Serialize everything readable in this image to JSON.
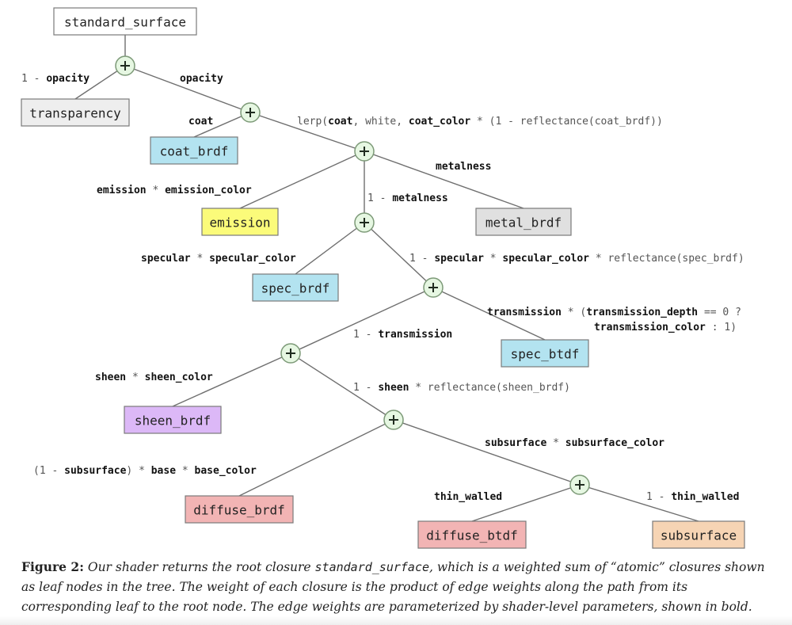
{
  "root": {
    "id": "standard_surface",
    "label": "standard_surface",
    "color": "#ffffff"
  },
  "sum_nodes": [
    {
      "id": "s1",
      "symbol": "+"
    },
    {
      "id": "s2",
      "symbol": "+"
    },
    {
      "id": "s3",
      "symbol": "+"
    },
    {
      "id": "s4",
      "symbol": "+"
    },
    {
      "id": "s5",
      "symbol": "+"
    },
    {
      "id": "s6",
      "symbol": "+"
    },
    {
      "id": "s7",
      "symbol": "+"
    },
    {
      "id": "s8",
      "symbol": "+"
    }
  ],
  "leaves": [
    {
      "id": "transparency",
      "label": "transparency",
      "color": "#eeeeee"
    },
    {
      "id": "coat_brdf",
      "label": "coat_brdf",
      "color": "#b3e3f0"
    },
    {
      "id": "emission",
      "label": "emission",
      "color": "#fbfb7a"
    },
    {
      "id": "metal_brdf",
      "label": "metal_brdf",
      "color": "#e0e0e0"
    },
    {
      "id": "spec_brdf",
      "label": "spec_brdf",
      "color": "#b3e3f0"
    },
    {
      "id": "spec_btdf",
      "label": "spec_btdf",
      "color": "#b3e3f0"
    },
    {
      "id": "sheen_brdf",
      "label": "sheen_brdf",
      "color": "#dcb8f7"
    },
    {
      "id": "diffuse_brdf",
      "label": "diffuse_brdf",
      "color": "#f2b4b4"
    },
    {
      "id": "diffuse_btdf",
      "label": "diffuse_btdf",
      "color": "#f2b4b4"
    },
    {
      "id": "subsurface",
      "label": "subsurface",
      "color": "#f6d4b4"
    }
  ],
  "edges": [
    {
      "from": "standard_surface",
      "to": "s1",
      "weight": []
    },
    {
      "from": "s1",
      "to": "transparency",
      "weight": [
        [
          "n",
          "1 - "
        ],
        [
          "b",
          "opacity"
        ]
      ]
    },
    {
      "from": "s1",
      "to": "s2",
      "weight": [
        [
          "b",
          "opacity"
        ]
      ]
    },
    {
      "from": "s2",
      "to": "coat_brdf",
      "weight": [
        [
          "b",
          "coat"
        ]
      ]
    },
    {
      "from": "s2",
      "to": "s3",
      "weight": [
        [
          "n",
          "lerp("
        ],
        [
          "b",
          "coat"
        ],
        [
          "n",
          ", white, "
        ],
        [
          "b",
          "coat_color"
        ],
        [
          "n",
          " * (1 - reflectance(coat_brdf))"
        ]
      ]
    },
    {
      "from": "s3",
      "to": "emission",
      "weight": [
        [
          "b",
          "emission"
        ],
        [
          "n",
          " * "
        ],
        [
          "b",
          "emission_color"
        ]
      ]
    },
    {
      "from": "s3",
      "to": "metal_brdf",
      "weight": [
        [
          "b",
          "metalness"
        ]
      ]
    },
    {
      "from": "s3",
      "to": "s4",
      "weight": [
        [
          "n",
          "1 - "
        ],
        [
          "b",
          "metalness"
        ]
      ]
    },
    {
      "from": "s4",
      "to": "spec_brdf",
      "weight": [
        [
          "b",
          "specular"
        ],
        [
          "n",
          " * "
        ],
        [
          "b",
          "specular_color"
        ]
      ]
    },
    {
      "from": "s4",
      "to": "s5",
      "weight": [
        [
          "n",
          "1 - "
        ],
        [
          "b",
          "specular"
        ],
        [
          "n",
          " * "
        ],
        [
          "b",
          "specular_color"
        ],
        [
          "n",
          " * reflectance(spec_brdf)"
        ]
      ]
    },
    {
      "from": "s5",
      "to": "spec_btdf",
      "weight": [
        [
          "b",
          "transmission"
        ],
        [
          "n",
          " * ("
        ],
        [
          "b",
          "transmission_depth"
        ],
        [
          "n",
          " == 0 ?"
        ]
      ],
      "weight_line2": [
        [
          "b",
          "transmission_color"
        ],
        [
          "n",
          " : 1)"
        ]
      ]
    },
    {
      "from": "s5",
      "to": "s6",
      "weight": [
        [
          "n",
          "1 - "
        ],
        [
          "b",
          "transmission"
        ]
      ]
    },
    {
      "from": "s6",
      "to": "sheen_brdf",
      "weight": [
        [
          "b",
          "sheen"
        ],
        [
          "n",
          " * "
        ],
        [
          "b",
          "sheen_color"
        ]
      ]
    },
    {
      "from": "s6",
      "to": "s7",
      "weight": [
        [
          "n",
          "1 - "
        ],
        [
          "b",
          "sheen"
        ],
        [
          "n",
          " * reflectance(sheen_brdf)"
        ]
      ]
    },
    {
      "from": "s7",
      "to": "diffuse_brdf",
      "weight": [
        [
          "n",
          "(1 - "
        ],
        [
          "b",
          "subsurface"
        ],
        [
          "n",
          ") * "
        ],
        [
          "b",
          "base"
        ],
        [
          "n",
          " * "
        ],
        [
          "b",
          "base_color"
        ]
      ]
    },
    {
      "from": "s7",
      "to": "s8",
      "weight": [
        [
          "b",
          "subsurface"
        ],
        [
          "n",
          " * "
        ],
        [
          "b",
          "subsurface_color"
        ]
      ]
    },
    {
      "from": "s8",
      "to": "diffuse_btdf",
      "weight": [
        [
          "b",
          "thin_walled"
        ]
      ]
    },
    {
      "from": "s8",
      "to": "subsurface",
      "weight": [
        [
          "n",
          "1 - "
        ],
        [
          "b",
          "thin_walled"
        ]
      ]
    }
  ],
  "caption": {
    "figure_label": "Figure 2:",
    "text_before_code": " Our shader returns the root closure ",
    "code": "standard_surface",
    "text_after_code": ", which is a weighted sum of “atomic” closures shown as leaf nodes in the tree. The weight of each closure is the product of edge weights along the path from its corresponding leaf to the root node. The edge weights are parameterized by shader-level parameters, shown in bold."
  }
}
